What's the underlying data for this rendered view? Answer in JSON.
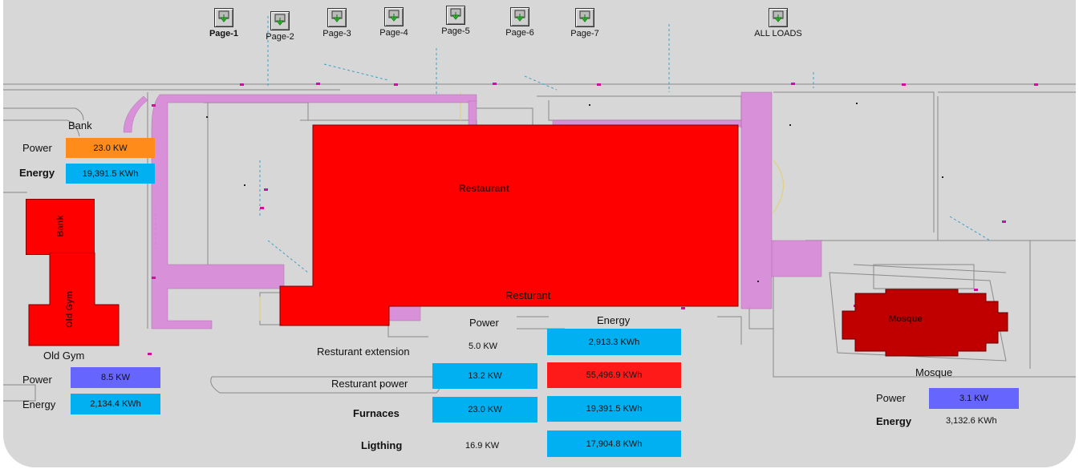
{
  "nav": [
    {
      "label": "Page-1",
      "bold": true
    },
    {
      "label": "Page-2",
      "bold": false
    },
    {
      "label": "Page-3",
      "bold": false
    },
    {
      "label": "Page-4",
      "bold": false
    },
    {
      "label": "Page-5",
      "bold": false
    },
    {
      "label": "Page-6",
      "bold": false
    },
    {
      "label": "Page-7",
      "bold": false
    },
    {
      "label": "ALL LOADS",
      "bold": false
    }
  ],
  "bank": {
    "title": "Bank",
    "building_label": "Bank",
    "power_label": "Power",
    "power": "23.0 KW",
    "energy_label": "Energy",
    "energy": "19,391.5 KWh"
  },
  "old_gym": {
    "title": "Old Gym",
    "building_label": "Old Gym",
    "power_label": "Power",
    "power": "8.5 KW",
    "energy_label": "Energy",
    "energy": "2,134.4 KWh"
  },
  "restaurant": {
    "building_label": "Restaurant",
    "title": "Resturant",
    "power_header": "Power",
    "energy_header": "Energy",
    "rows": [
      {
        "name": "Resturant extension",
        "power": "5.0 KW",
        "energy": "2,913.3 KWh"
      },
      {
        "name": "Resturant power",
        "power": "13.2 KW",
        "energy": "55,496.9 KWh"
      },
      {
        "name": "Furnaces",
        "power": "23.0 KW",
        "energy": "19,391.5 KWh"
      },
      {
        "name": "Ligthing",
        "power": "16.9 KW",
        "energy": "17,904.8 KWh"
      }
    ]
  },
  "mosque": {
    "building_label": "Mosque",
    "title": "Mosque",
    "power_label": "Power",
    "power": "3.1 KW",
    "energy_label": "Energy",
    "energy": "3,132.6 KWh"
  },
  "colors": {
    "background": "#d7d7d7",
    "building": "#ff0000",
    "mosque": "#c00000",
    "walkway": "#d98ad9",
    "box_blue": "#00b0f0",
    "box_orange": "#ff8c1a",
    "box_violet": "#6666ff",
    "box_red": "#ff1a1a"
  },
  "icons": {
    "nav": "download-arrow-icon"
  }
}
